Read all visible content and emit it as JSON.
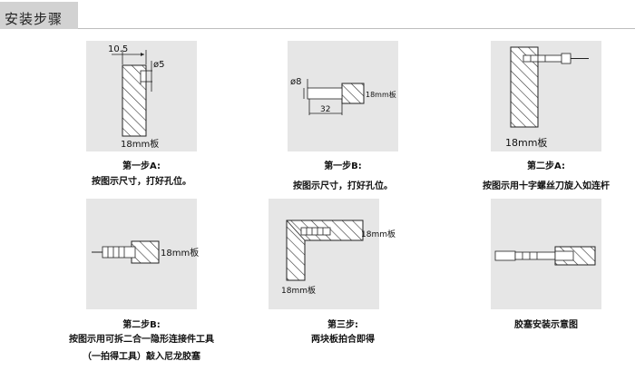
{
  "header": {
    "title": "安装步骤"
  },
  "steps": [
    {
      "title": "第一步A:",
      "desc": "按图示尺寸，打好孔位。",
      "labels": {
        "width": "10.5",
        "hole": "ø5",
        "board": "18mm板"
      }
    },
    {
      "title": "第一步B:",
      "desc": "按图示尺寸，打好孔位。",
      "labels": {
        "hole": "ø8",
        "depth": "32",
        "board": "18mm板"
      }
    },
    {
      "title": "第二步A:",
      "desc": "按图示用十字螺丝刀旋入如连杆",
      "labels": {
        "board": "18mm板"
      }
    },
    {
      "title": "第二步B:",
      "desc_lines": [
        "按图示用可拆二合一隐形连接件工具",
        "（一拍得工具）敲入尼龙胶塞"
      ],
      "labels": {
        "board": "18mm板"
      }
    },
    {
      "title": "第三步:",
      "desc": "两块板拍合即得",
      "labels": {
        "board_right": "18mm板",
        "board_bottom": "18mm板"
      }
    },
    {
      "title": "",
      "desc": "胶塞安装示意图",
      "labels": {}
    }
  ],
  "colors": {
    "panel_bg": "#e6e6e6",
    "header_bg": "#d2d2d2",
    "line": "#222222"
  }
}
